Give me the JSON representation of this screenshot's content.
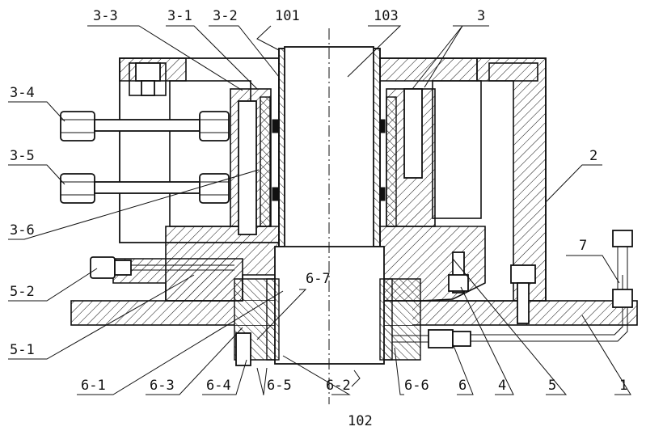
{
  "labels": {
    "l_3_3": "3-3",
    "l_3_1": "3-1",
    "l_3_2": "3-2",
    "l_101": "101",
    "l_103": "103",
    "l_3": "3",
    "l_3_4": "3-4",
    "l_3_5": "3-5",
    "l_3_6": "3-6",
    "l_2": "2",
    "l_7": "7",
    "l_6_7": "6-7",
    "l_5_2": "5-2",
    "l_5_1": "5-1",
    "l_6_1": "6-1",
    "l_6_3": "6-3",
    "l_6_4": "6-4",
    "l_6_5": "6-5",
    "l_6_2": "6-2",
    "l_6_6": "6-6",
    "l_6": "6",
    "l_4": "4",
    "l_5": "5",
    "l_1": "1",
    "l_102": "102"
  }
}
